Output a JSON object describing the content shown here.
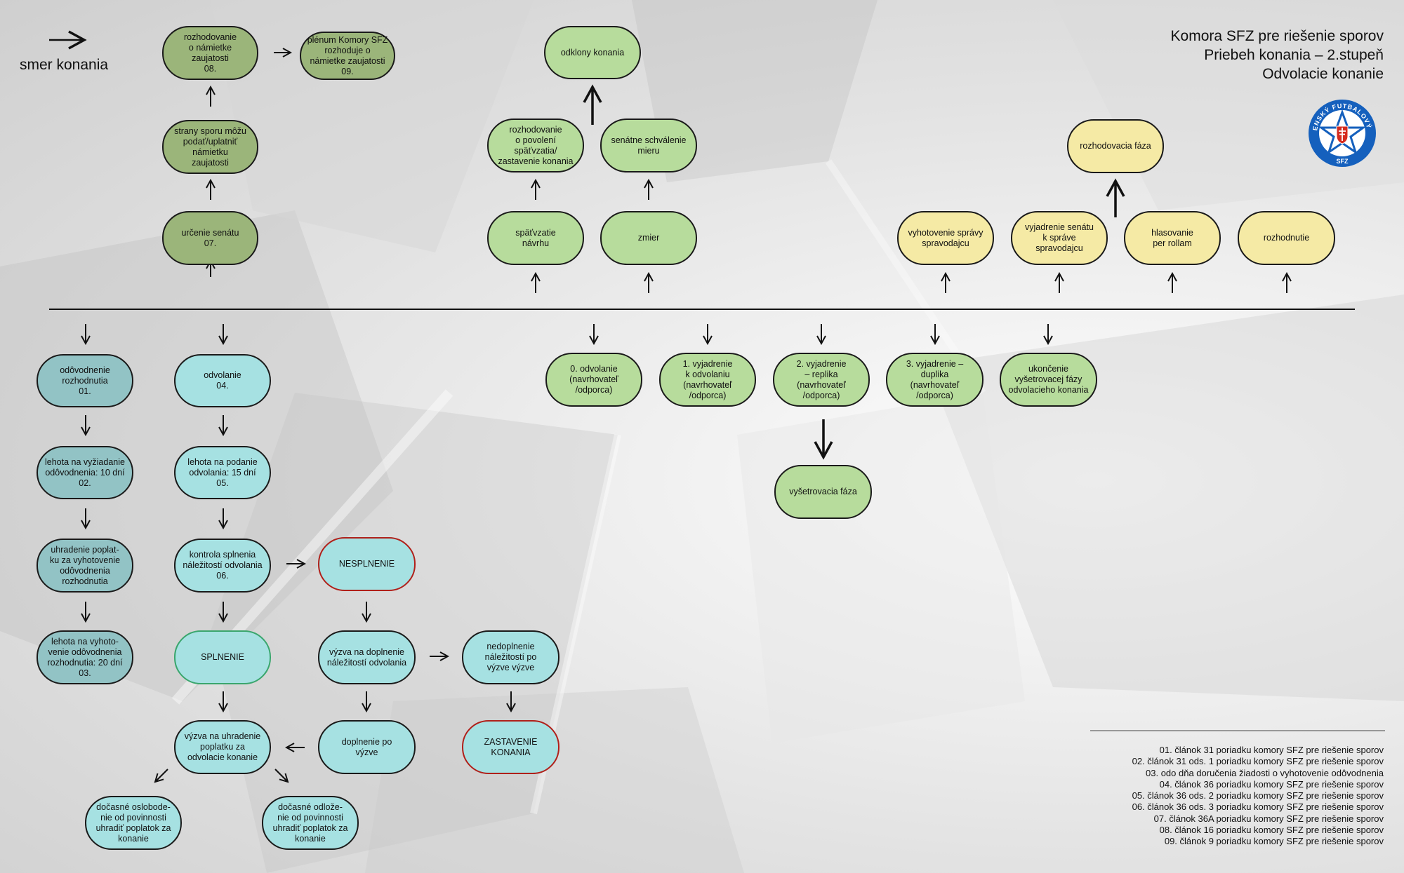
{
  "header": {
    "title_lines": [
      "Komora SFZ pre riešenie sporov",
      "Priebeh konania – 2.stupeň",
      "Odvolacie konanie"
    ]
  },
  "legend": {
    "direction_label": "smer konania"
  },
  "logo": {
    "top_text": "SLOVENSKÝ FUTBALOVÝ ZVÄZ",
    "bottom_text": "SFZ"
  },
  "nodes": {
    "n08": "rozhodovanie\no námietke zaujatosti\n08.",
    "n09": "plénum Komory SFZ\nrozhoduje o\nnámietke zaujatosti\n09.",
    "strany": "strany sporu môžu\npodať/uplatniť\nnámietku\nzaujatosti",
    "urcenie": "určenie senátu\n07.",
    "odklony": "odklony konania",
    "povolenie": "rozhodovanie\no povolení späťvzatia/\nzastavenie konania",
    "schvalenie": "senátne schválenie\nmieru",
    "spatvzatie": "späťvzatie\nnávrhu",
    "zmier": "zmier",
    "rozhodovacia": "rozhodovacia fáza",
    "vyhotovenie_spravy": "vyhotovenie správy\nspravodajcu",
    "vyjadrenie_senatu": "vyjadrenie senátu\nk správe\nspravodajcu",
    "hlasovanie": "hlasovanie\nper rollam",
    "rozhodnutie": "rozhodnutie",
    "odovodnenie": "odôvodnenie\nrozhodnutia\n01.",
    "odvolanie": "odvolanie\n04.",
    "odvolanie0": "0. odvolanie\n(navrhovateľ\n/odporca)",
    "vyjadrenie1": "1. vyjadrenie\nk odvolaniu\n(navrhovateľ\n/odporca)",
    "vyjadrenie2": "2. vyjadrenie\n– replika\n(navrhovateľ\n/odporca)",
    "vyjadrenie3": "3. vyjadrenie –\nduplika\n(navrhovateľ\n/odporca)",
    "ukoncenie": "ukončenie\nvyšetrovacej fázy\nodvolacieho konania",
    "vysetrovacia": "vyšetrovacia fáza",
    "lehota_vyziadanie": "lehota na vyžiadanie\nodôvodnenia: 10 dní\n02.",
    "lehota_podanie": "lehota na podanie\nodvolania: 15 dní\n05.",
    "uhradenie": "uhradenie poplat-\nku za vyhotovenie\nodôvodnenia\nrozhodnutia",
    "kontrola": "kontrola splnenia\nnáležitostí odvolania\n06.",
    "nesplnenie": "NESPLNENIE",
    "lehota_vyhotovenie": "lehota na vyhoto-\nvenie odôvodnenia\nrozhodnutia: 20 dní\n03.",
    "splnenie": "SPLNENIE",
    "vyzva_doplnenie": "výzva na doplnenie\nnáležitostí odvolania",
    "nedoplnenie": "nedoplnenie\nnáležitostí po\nvýzve výzve",
    "vyzva_uhradenie": "výzva na uhradenie\npoplatku za\nodvolacie konanie",
    "doplnenie": "doplnenie po\nvýzve",
    "zastavenie": "ZASTAVENIE\nKONANIA",
    "oslobodenie": "dočasné oslobode-\nnie od povinnosti\nuhradiť poplatok za\nkonanie",
    "odlozenie": "dočasné odlože-\nnie od povinnosti\nuhradiť poplatok za\nkonanie"
  },
  "notes": [
    "01. článok 31 poriadku komory SFZ pre riešenie sporov",
    "02. článok 31 ods. 1 poriadku komory SFZ pre riešenie sporov",
    "03. odo dňa doručenia žiadosti o vyhotovenie odôvodnenia",
    "04. článok 36 poriadku komory SFZ pre riešenie sporov",
    "05. článok 36 ods. 2 poriadku komory SFZ pre riešenie sporov",
    "06. článok 36 ods. 3 poriadku komory SFZ pre riešenie sporov",
    "07. článok 36A poriadku komory SFZ pre riešenie sporov",
    "08. článok 16 poriadku komory SFZ pre riešenie sporov",
    "09. článok 9 poriadku komory SFZ pre riešenie sporov"
  ],
  "colors": {
    "olive": "#9bb57a",
    "light_green": "#b7dc9c",
    "yellow": "#f5eaa5",
    "teal": "#92c3c5",
    "cyan": "#a6e1e2",
    "red_border": "#b0201a",
    "green_border": "#3aa66d",
    "logo_blue": "#1560bd"
  },
  "icons": [
    "arrow-right-icon",
    "sfz-logo-icon"
  ]
}
